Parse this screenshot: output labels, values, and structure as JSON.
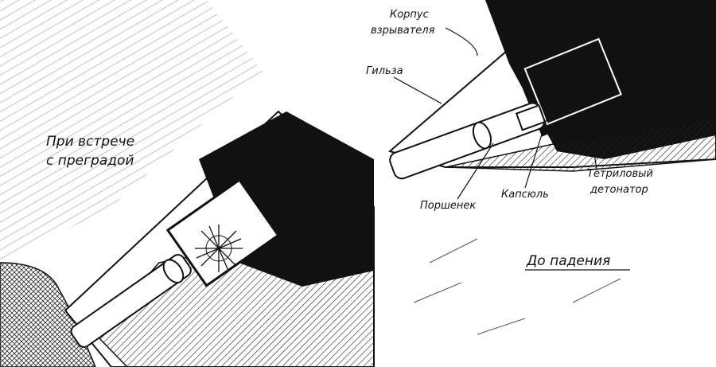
{
  "left_panel": {
    "caption_line1": "При встрече",
    "caption_line2": "с преградой"
  },
  "right_panel": {
    "caption": "До падения",
    "labels": {
      "body_line1": "Корпус",
      "body_line2": "взрывателя",
      "sleeve": "Гильза",
      "piston": "Поршенек",
      "primer": "Капсюль",
      "detonator_line1": "Тетриловый",
      "detonator_line2": "детонатор"
    }
  },
  "colors": {
    "ink": "#111111",
    "paper": "#ffffff"
  }
}
